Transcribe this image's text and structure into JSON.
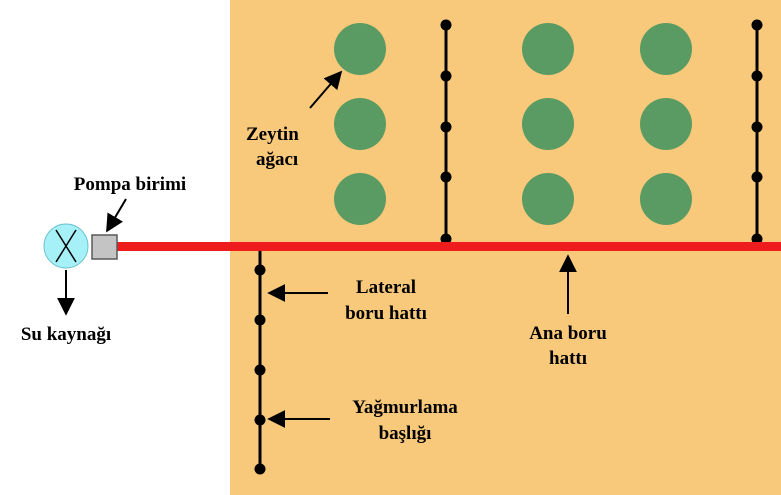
{
  "labels": {
    "olive_tree": [
      "Zeytin",
      "ağacı"
    ],
    "pump_unit": "Pompa birimi",
    "water_source": "Su kaynağı",
    "lateral_pipe": [
      "Lateral",
      "boru hattı"
    ],
    "main_pipe": [
      "Ana boru",
      "hattı"
    ],
    "sprinkler_head": [
      "Yağmurlama",
      "başlığı"
    ]
  },
  "colors": {
    "field": "#f8c97a",
    "tree": "#5a9a63",
    "main_pipe": "#ee1c1c",
    "lateral_pipe": "#000000",
    "sprinkler": "#000000",
    "pump": "#c4c4c4",
    "water_source": "#a6f0f8",
    "arrow": "#000000"
  }
}
